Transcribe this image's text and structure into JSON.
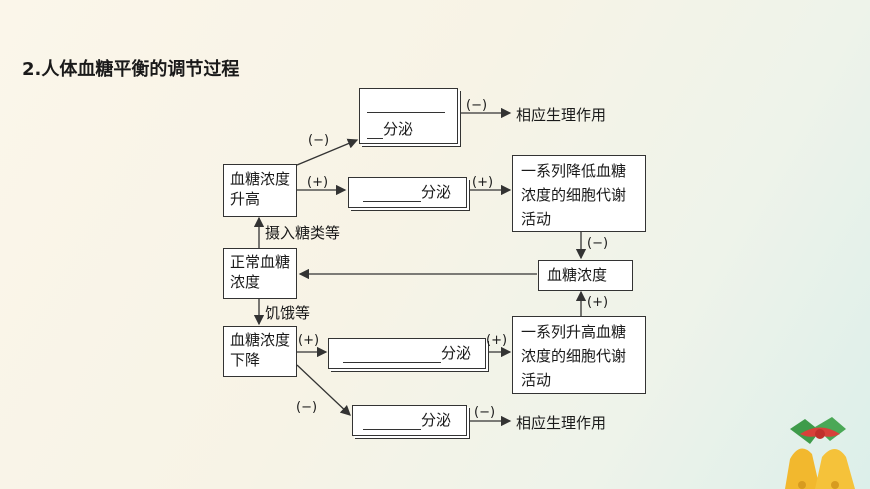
{
  "title": "2.人体血糖平衡的调节过程",
  "boxes": {
    "high": "血糖浓度升高",
    "normal": "正常血糖浓度",
    "low": "血糖浓度下降",
    "glucose": "血糖浓度",
    "lower_effect": "一系列降低血糖浓度的细胞代谢活动",
    "raise_effect": "一系列升高血糖浓度的细胞代谢活动",
    "secrete_suffix": "分泌"
  },
  "labels": {
    "intake": "摄入糖类等",
    "hunger": "饥饿等",
    "effect_top": "相应生理作用",
    "effect_bottom": "相应生理作用",
    "plus": "(+)",
    "minus": "(−)"
  }
}
